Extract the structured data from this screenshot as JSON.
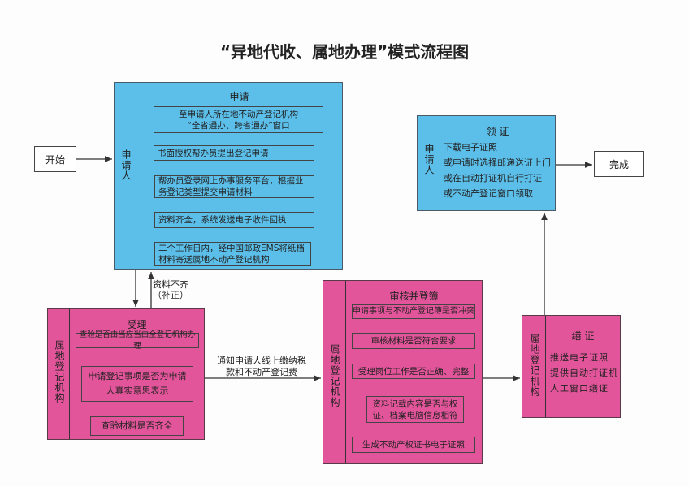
{
  "title": "“异地代收、属地办理”模式流程图",
  "start": "开始",
  "finish": "完成",
  "apply": {
    "lane": "申请人",
    "header": "申请",
    "steps": [
      "至申请人所在地不动产登记机构\n“全省通办、跨省通办”窗口",
      "书面授权帮办员提出登记申请",
      "帮办员登录网上办事服务平台，根据业务登记类型提交申请材料",
      "资料齐全，系统发送电子收件回执",
      "二个工作日内，经中国邮政EMS将纸档材料寄送属地不动产登记机构"
    ]
  },
  "return_label": "资料不齐\n（补正）",
  "accept": {
    "lane": "属地登记机构",
    "header": "受理",
    "steps": [
      "查验是否由当应当由全登记机构办理",
      "申请登记事项是否为申请人真实意思表示",
      "查验材料是否齐全"
    ]
  },
  "notify_label": "通知申请人线上缴纳税款和不动产登记费",
  "review": {
    "lane": "属地登记机构",
    "header": "审核并登簿",
    "steps": [
      "申请事项与不动产登记簿是否冲突",
      "审核材料是否符合要求",
      "受理岗位工作是否正确、完整",
      "资料记载内容是否与权证、档案电脑信息相符",
      "生成不动产权证书电子证照"
    ]
  },
  "issue": {
    "lane": "属地登记机构",
    "header": "缮 证",
    "lines": [
      "推送电子证照",
      "提供自动打证机",
      "人工窗口缮证"
    ]
  },
  "collect": {
    "lane": "申请人",
    "header": "领 证",
    "lines": [
      "下载电子证照",
      "或申请时选择邮递送证上门",
      "或在自动打证机自行打证",
      "或不动产登记窗口领取"
    ]
  },
  "colors": {
    "blue": "#5cbfe9",
    "pink": "#e3559a"
  }
}
